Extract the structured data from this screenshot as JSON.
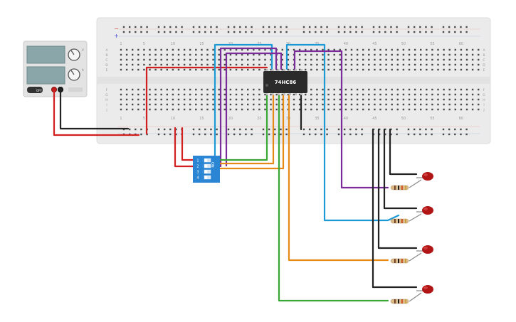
{
  "breadboard": {
    "col_numbers_top": [
      "1",
      "5",
      "10",
      "15",
      "20",
      "25",
      "30",
      "35",
      "40",
      "45",
      "50",
      "55",
      "60"
    ],
    "col_numbers_bottom": [
      "1",
      "5",
      "10",
      "15",
      "20",
      "25",
      "30",
      "35",
      "40",
      "45",
      "50",
      "55",
      "60"
    ],
    "row_letters_top": [
      "A",
      "B",
      "C",
      "D",
      "E"
    ],
    "row_letters_bottom": [
      "F",
      "G",
      "H",
      "I",
      "J"
    ],
    "rail_minus": "−",
    "rail_plus": "+"
  },
  "power_supply": {
    "label_volt": "V",
    "label_curr": "A",
    "button_label": "OFF"
  },
  "chip": {
    "label": "74HC86"
  },
  "dip_switch": {
    "on_label": "ON",
    "numbers": [
      "1",
      "2",
      "3",
      "4"
    ]
  },
  "colors": {
    "red": "#d21f1f",
    "black": "#222222",
    "purple": "#7a2d9a",
    "cyan": "#1b9ad6",
    "orange": "#e58a16",
    "green": "#3aa635",
    "led": "#b01414",
    "breadboard": "#ececec",
    "switch": "#2a86d4"
  }
}
